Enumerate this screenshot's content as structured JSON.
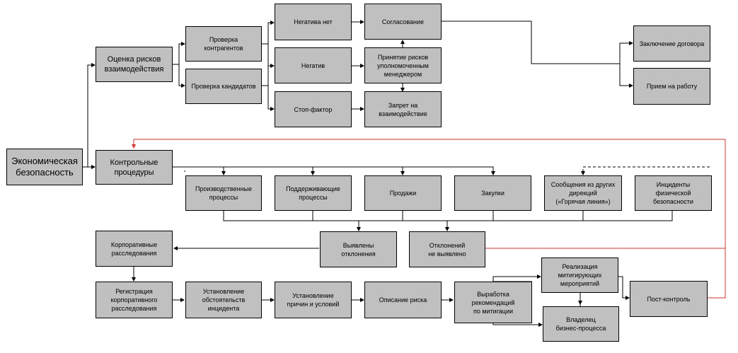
{
  "nodes": {
    "econ": "Экономическая\nбезопасность",
    "risk_eval": "Оценка рисков\nвзаимодействия",
    "control_proc": "Контрольные\nпроцедуры",
    "check_contr": "Проверка\nконтрагентов",
    "check_cand": "Проверка кандидатов",
    "neg_none": "Негатива нет",
    "neg": "Негатив",
    "stop": "Стоп-фактор",
    "approve": "Согласование",
    "accept": "Принятие рисков\nуполномоченным\nменеджером",
    "ban": "Запрет на\nвзаимодействие",
    "contract": "Заключение договора",
    "hire": "Прием на работу",
    "prod": "Производственные\nпроцессы",
    "support": "Поддерживающие\nпроцессы",
    "sales": "Продажи",
    "purchase": "Закупки",
    "messages": "Сообщения из других\nдирекций\n(«Горячая линия»)",
    "incidents": "Инциденты\nфизической\nбезопасности",
    "found": "Выявлены\nотклонения",
    "notfound": "Отклонений\nне выявлено",
    "corp_inv": "Корпоративные\nрасследования",
    "reg": "Регистрация\nкорпоративного\nрасследования",
    "circ": "Установление\nобстоятельств\nинцидента",
    "causes": "Установление\nпричин и условий",
    "describe": "Описание риска",
    "recs": "Выработка\nрекомендаций\nпо митигации",
    "realize": "Реализация\nмитигирующих\nмероприятий",
    "owner": "Владелец\nбизнес-процесса",
    "post": "Пост-контроль"
  },
  "colors": {
    "box_fill": "#c0c0c0",
    "line": "#000000",
    "feedback_line": "#e8302a"
  }
}
